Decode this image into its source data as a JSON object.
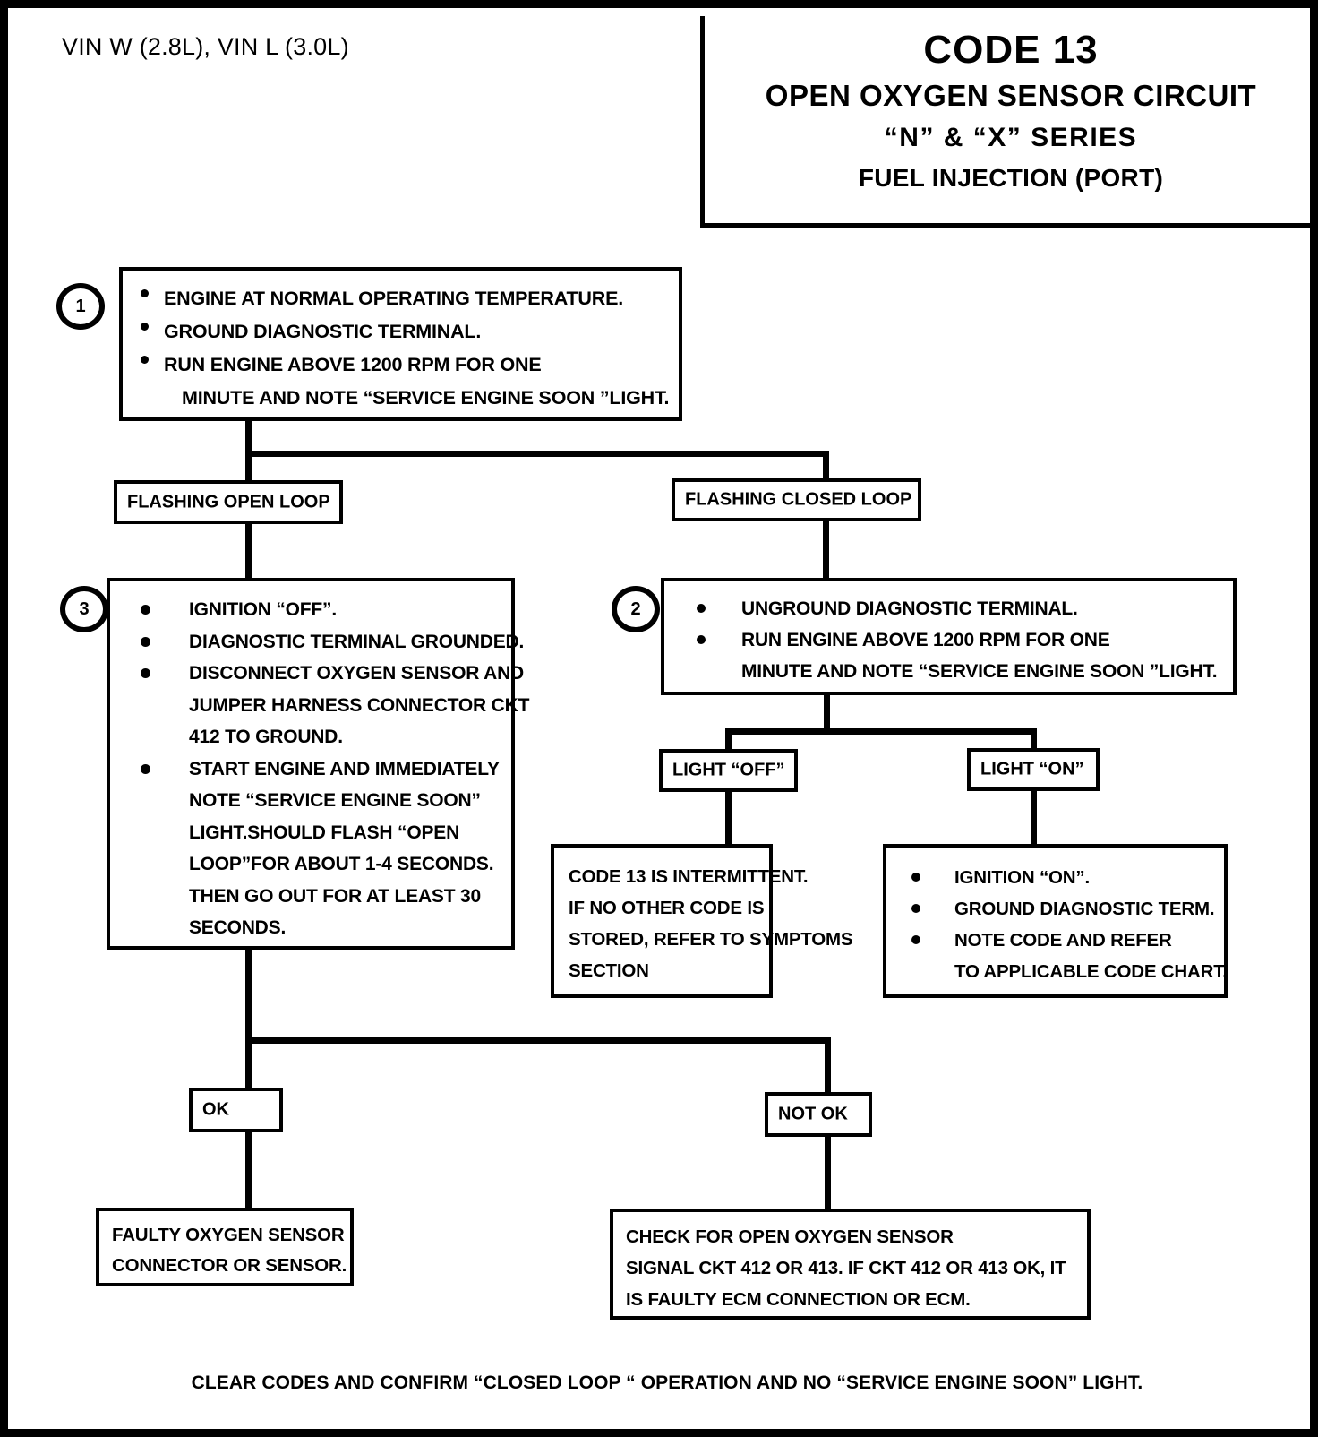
{
  "header": {
    "vin_line": "VIN W (2.8L), VIN L (3.0L)",
    "code_title": "CODE 13",
    "code_sub1": "OPEN OXYGEN SENSOR CIRCUIT",
    "code_sub2": "“N”  &  “X”   SERIES",
    "code_sub3": "FUEL INJECTION (PORT)"
  },
  "steps": {
    "step1": {
      "number": "1",
      "bullets": [
        "ENGINE AT NORMAL OPERATING TEMPERATURE.",
        "GROUND DIAGNOSTIC TERMINAL.",
        "RUN ENGINE ABOVE 1200 RPM FOR ONE"
      ],
      "continuation": "MINUTE AND NOTE “SERVICE ENGINE SOON ”LIGHT."
    },
    "step2": {
      "number": "2",
      "bullets": [
        "UNGROUND DIAGNOSTIC TERMINAL.",
        "RUN ENGINE ABOVE 1200 RPM FOR ONE"
      ],
      "continuation": "MINUTE  AND NOTE “SERVICE ENGINE SOON ”LIGHT."
    },
    "step3": {
      "number": "3",
      "bullets": [
        "IGNITION “OFF”.",
        "DIAGNOSTIC TERMINAL GROUNDED.",
        "DISCONNECT OXYGEN SENSOR AND",
        "START ENGINE AND IMMEDIATELY"
      ],
      "bullet3_continuations": [
        "JUMPER HARNESS CONNECTOR CKT",
        "412 TO GROUND."
      ],
      "bullet4_continuations": [
        "NOTE “SERVICE ENGINE SOON”",
        "LIGHT.SHOULD FLASH “OPEN",
        "LOOP”FOR ABOUT 1-4 SECONDS.",
        "THEN GO OUT FOR AT LEAST 30",
        "SECONDS."
      ]
    }
  },
  "branches": {
    "flashing_open_loop": "FLASHING OPEN LOOP",
    "flashing_closed_loop": "FLASHING CLOSED LOOP",
    "light_off": "LIGHT “OFF”",
    "light_on": "LIGHT “ON”",
    "ok": "OK",
    "not_ok": "NOT OK"
  },
  "outcomes": {
    "intermittent": [
      "CODE 13 IS INTERMITTENT.",
      "IF NO OTHER CODE IS",
      "STORED, REFER TO SYMPTOMS",
      " SECTION"
    ],
    "ignition_on": {
      "bullets": [
        "IGNITION “ON”.",
        "GROUND DIAGNOSTIC TERM.",
        "NOTE CODE AND REFER"
      ],
      "continuation": "TO APPLICABLE CODE CHART."
    },
    "faulty_sensor": [
      "FAULTY OXYGEN SENSOR",
      "CONNECTOR OR SENSOR."
    ],
    "check_open": [
      "CHECK FOR OPEN OXYGEN SENSOR",
      "SIGNAL CKT 412 OR 413.  IF CKT 412 OR 413 OK, IT",
      " IS FAULTY ECM CONNECTION OR ECM."
    ]
  },
  "footer": {
    "note": "CLEAR CODES AND CONFIRM “CLOSED LOOP “ OPERATION AND NO “SERVICE ENGINE SOON” LIGHT."
  },
  "colors": {
    "ink": "#000000",
    "paper": "#ffffff"
  }
}
